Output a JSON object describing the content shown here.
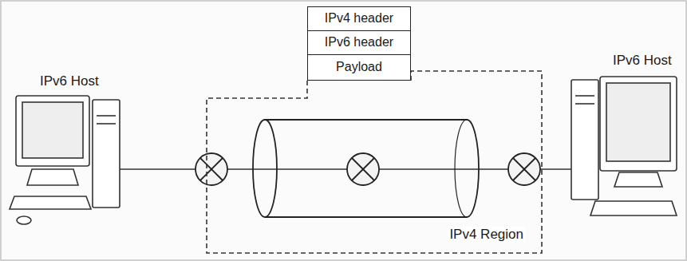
{
  "diagram": {
    "nodes": [
      {
        "text": [
          "IPv4 header"
        ]
      },
      {
        "text": [
          "IPv6 header"
        ]
      },
      {
        "text": [
          "Payload"
        ]
      },
      {
        "text": [
          "IPv4 Region"
        ]
      }
    ],
    "labels": [
      "IPv6 Host",
      "IPv6 Host"
    ]
  }
}
